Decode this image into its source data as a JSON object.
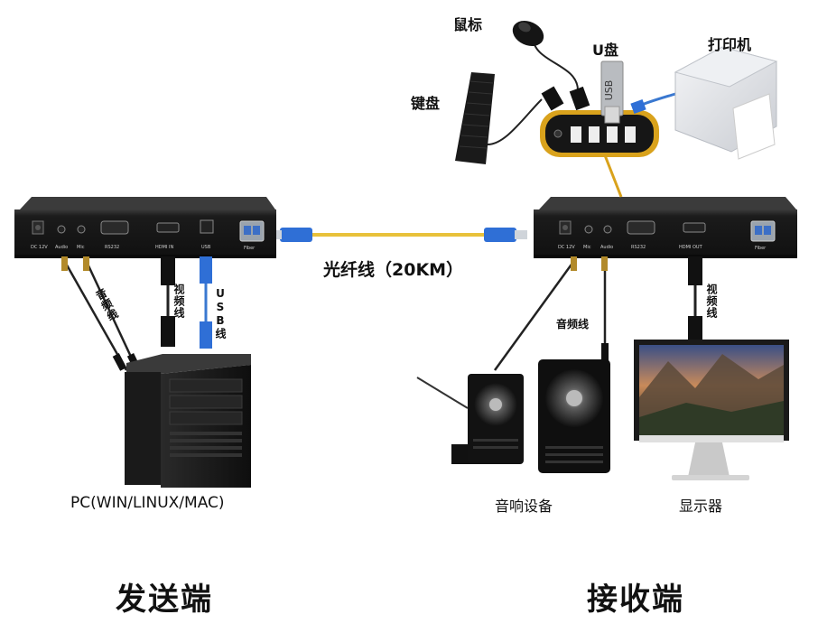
{
  "labels": {
    "mouse": "鼠标",
    "usb_drive": "U盘",
    "printer": "打印机",
    "keyboard": "键盘",
    "fiber": "光纤线（20KM）",
    "audio_cable_left": "音频线",
    "video_cable_left": "视频线",
    "usb_cable": "USB线",
    "audio_cable_right": "音频线",
    "video_cable_right": "视频线",
    "pc": "PC(WIN/LINUX/MAC)",
    "audio_device": "音响设备",
    "monitor": "显示器",
    "transmitter": "发送端",
    "receiver": "接收端",
    "usb_stick_text": "USB"
  },
  "transmitter_ports": [
    "DC 12V",
    "Audio",
    "Mic",
    "RS232",
    "HDMI IN",
    "USB",
    "Fiber"
  ],
  "receiver_ports": [
    "DC 12V",
    "Mic",
    "Audio",
    "RS232",
    "HDMI OUT",
    "Fiber"
  ],
  "colors": {
    "fiber_cable": "#e8c13a",
    "usb_cable": "#3a78d0",
    "hub_body": "#d9a21c",
    "box_body": "#1c1c1c",
    "connector_blue": "#2f6fd6"
  }
}
